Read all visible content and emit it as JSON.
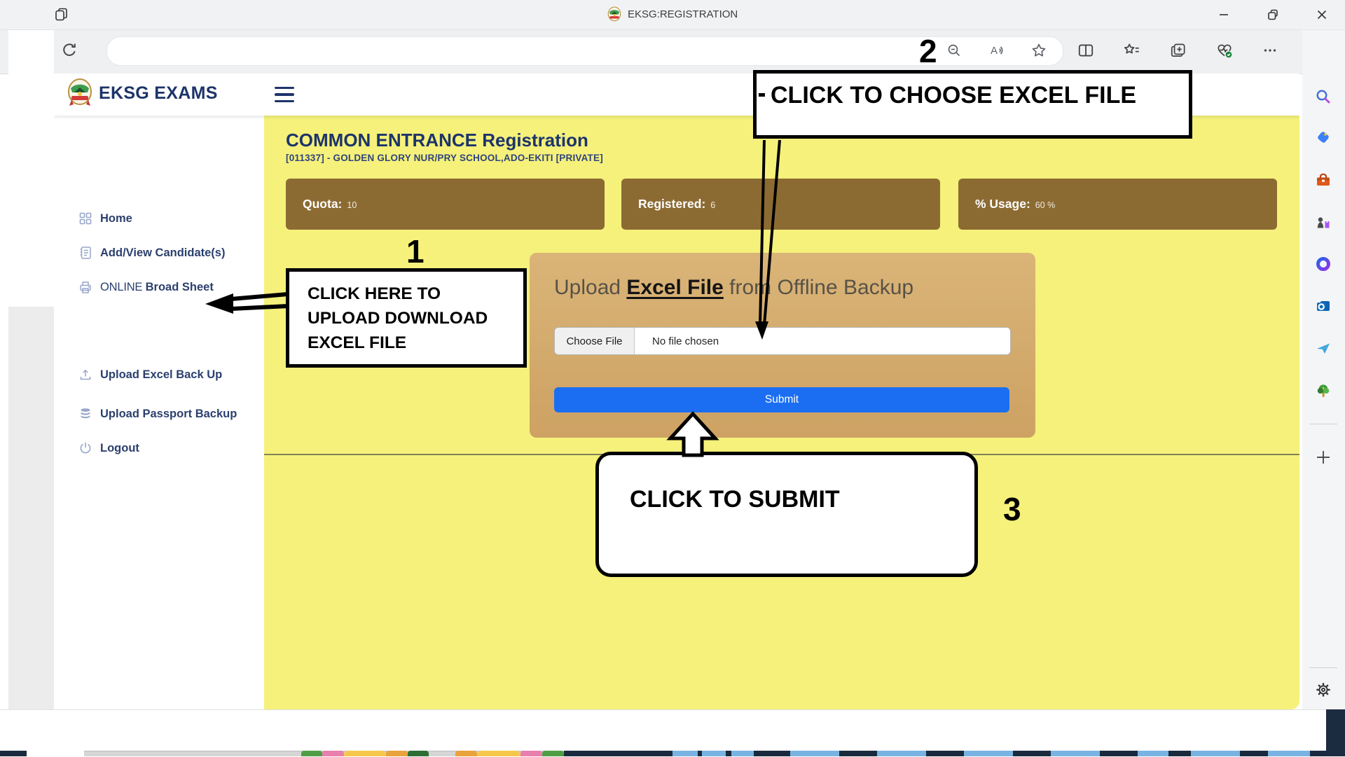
{
  "titlebar": {
    "title": "EKSG:REGISTRATION"
  },
  "sidebar": {
    "brand": "EKSG EXAMS",
    "items": [
      {
        "label": "Home"
      },
      {
        "label": "Add/View Candidate(s)"
      },
      {
        "prefix": "ONLINE ",
        "label": "Broad Sheet"
      },
      {
        "label": "Upload Excel Back Up"
      },
      {
        "label": "Upload Passport Backup"
      },
      {
        "label": "Logout"
      }
    ]
  },
  "main": {
    "title": "COMMON ENTRANCE Registration",
    "subtitle": "[011337] - GOLDEN GLORY NUR/PRY SCHOOL,ADO-EKITI [PRIVATE]",
    "stats": [
      {
        "label": "Quota:",
        "value": "10"
      },
      {
        "label": "Registered:",
        "value": "6"
      },
      {
        "label": "% Usage:",
        "value": "60 %"
      }
    ],
    "upload": {
      "heading_pre": "Upload ",
      "heading_em": "Excel File",
      "heading_post": " from Offline Backup",
      "choose_file": "Choose File",
      "no_file": "No file chosen",
      "submit": "Submit"
    }
  },
  "annotations": {
    "one": {
      "num": "1",
      "lines": [
        "CLICK HERE TO",
        "UPLOAD DOWNLOAD",
        "EXCEL FILE"
      ]
    },
    "two": {
      "num": "2",
      "text": "CLICK TO CHOOSE EXCEL FILE"
    },
    "three": {
      "num": "3",
      "text": "CLICK TO SUBMIT"
    }
  },
  "edge_sidebar": {
    "icons": [
      "search",
      "shopping",
      "tools",
      "games",
      "microsoft-365",
      "outlook",
      "drop",
      "tree",
      "add",
      "settings"
    ]
  },
  "colors": {
    "page_yellow": "#f5f17b",
    "stat_brown": "#8c6b33",
    "panel_tan": "#d4ac6e",
    "submit_blue": "#1b6ef2",
    "navy_text": "#1d3469"
  }
}
